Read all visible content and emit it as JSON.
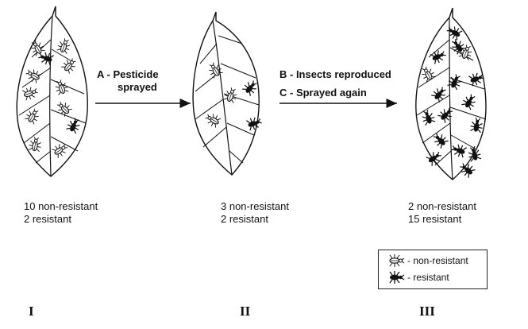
{
  "arrows": {
    "a": {
      "line1": "A - Pesticide",
      "line2": "sprayed"
    },
    "b": {
      "line1": "B - Insects reproduced",
      "line2": "C - Sprayed again"
    }
  },
  "leaves": [
    {
      "roman": "I",
      "line1": "10 non-resistant",
      "line2": "2 resistant",
      "non_resistant": 10,
      "resistant": 2
    },
    {
      "roman": "II",
      "line1": "3 non-resistant",
      "line2": "2 resistant",
      "non_resistant": 3,
      "resistant": 2
    },
    {
      "roman": "III",
      "line1": "2 non-resistant",
      "line2": "15 resistant",
      "non_resistant": 2,
      "resistant": 15
    }
  ],
  "legend": {
    "non_resistant": "- non-resistant",
    "resistant": "- resistant"
  }
}
